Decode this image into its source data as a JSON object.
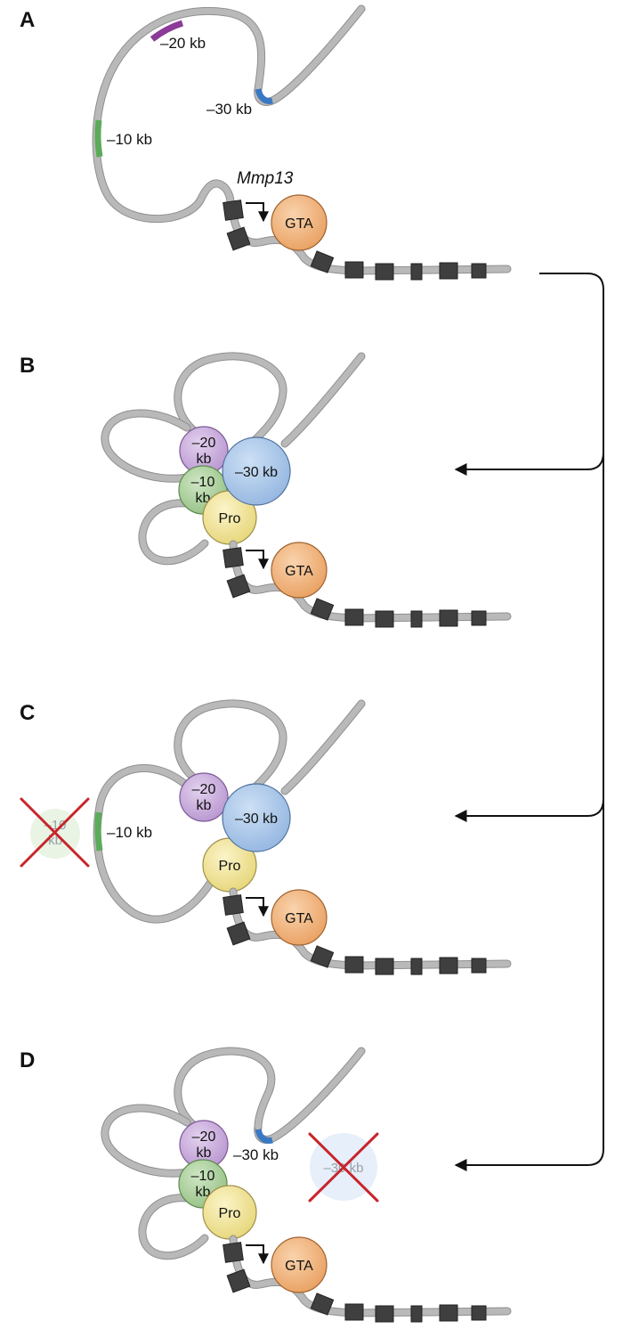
{
  "panels": [
    {
      "letter": "A",
      "gene_label": "Mmp13",
      "region_labels": {
        "r20": "–20 kb",
        "r30": "–30 kb",
        "r10": "–10 kb"
      },
      "gta": "GTA"
    },
    {
      "letter": "B",
      "nodes": {
        "n20a": "–20",
        "n20b": "kb",
        "n10a": "–10",
        "n10b": "kb",
        "n30": "–30 kb",
        "pro": "Pro"
      },
      "gta": "GTA"
    },
    {
      "letter": "C",
      "nodes": {
        "n20a": "–20",
        "n20b": "kb",
        "n30": "–30 kb",
        "pro": "Pro"
      },
      "region_labels": {
        "r10": "–10 kb"
      },
      "deleted": {
        "a": "–10",
        "b": "kb"
      },
      "gta": "GTA"
    },
    {
      "letter": "D",
      "nodes": {
        "n20a": "–20",
        "n20b": "kb",
        "n10a": "–10",
        "n10b": "kb",
        "pro": "Pro"
      },
      "region_labels": {
        "r30": "–30 kb"
      },
      "deleted": {
        "a": "–30 kb"
      },
      "gta": "GTA"
    }
  ],
  "colors": {
    "fiber": "#b9b9b9",
    "exon": "#3f3f3f",
    "purple": "#c8a8dc",
    "green": "#a9cf9a",
    "blue": "#a9c6e8",
    "yellow": "#f1e597",
    "orange": "#f2b67f",
    "purple_mark": "#8b3a97",
    "green_mark": "#5cab5a",
    "blue_mark": "#3a78c2",
    "cross": "#c8242a",
    "connector": "#111111"
  }
}
